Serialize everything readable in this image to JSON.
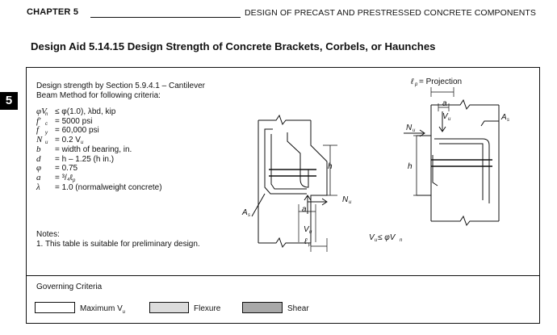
{
  "header": {
    "chapter": "CHAPTER 5",
    "chapter_title": "DESIGN OF PRECAST AND PRESTRESSED CONCRETE COMPONENTS",
    "tab_number": "5"
  },
  "design_aid": {
    "title": "Design Aid 5.14.15  Design Strength of Concrete Brackets, Corbels, or Haunches"
  },
  "intro": {
    "line1": "Design strength by Section 5.9.4.1 – Cantilever",
    "line2": "Beam Method for following criteria:"
  },
  "criteria": [
    {
      "sym": "φV",
      "sub": "n",
      "val": "≤ φ(1.0), λbd, kip"
    },
    {
      "sym": "f′",
      "sub": "c",
      "val": "= 5000 psi"
    },
    {
      "sym": "f",
      "sub": "y",
      "val": "= 60,000 psi"
    },
    {
      "sym": "N",
      "sub": "u",
      "val": "= 0.2 V",
      "val_sub": "u"
    },
    {
      "sym": "b",
      "sub": "",
      "val": "= width of bearing, in."
    },
    {
      "sym": "d",
      "sub": "",
      "val": "= h – 1.25 (h in.)"
    },
    {
      "sym": "φ",
      "sub": "",
      "val": "= 0.75"
    },
    {
      "sym": "a",
      "sub": "",
      "val": "= ³/₄ℓ",
      "val_sub": "p"
    },
    {
      "sym": "λ",
      "sub": "",
      "val": "= 1.0 (normalweight concrete)"
    }
  ],
  "notes": {
    "heading": "Notes:",
    "items": [
      "1.   This table is suitable for preliminary design."
    ]
  },
  "diagram": {
    "labels": {
      "projection": "ℓ",
      "projection_sub": "p",
      "projection_text": " = Projection",
      "a": "a",
      "Vu": "V",
      "u": "u",
      "Nu": "N",
      "As": "A",
      "s": "s",
      "h": "h",
      "lp": "ℓ",
      "p": "p",
      "condition_left": "V",
      "condition_mid": " ≤ φV",
      "condition_sub1": "u",
      "condition_sub2": "n"
    }
  },
  "governing": {
    "heading": "Governing Criteria",
    "legend": [
      {
        "label": "Maximum V",
        "label_sub": "u",
        "color": "#ffffff"
      },
      {
        "label": "Flexure",
        "label_sub": "",
        "color": "#dcdcdc"
      },
      {
        "label": "Shear",
        "label_sub": "",
        "color": "#a9a9a9"
      }
    ]
  }
}
